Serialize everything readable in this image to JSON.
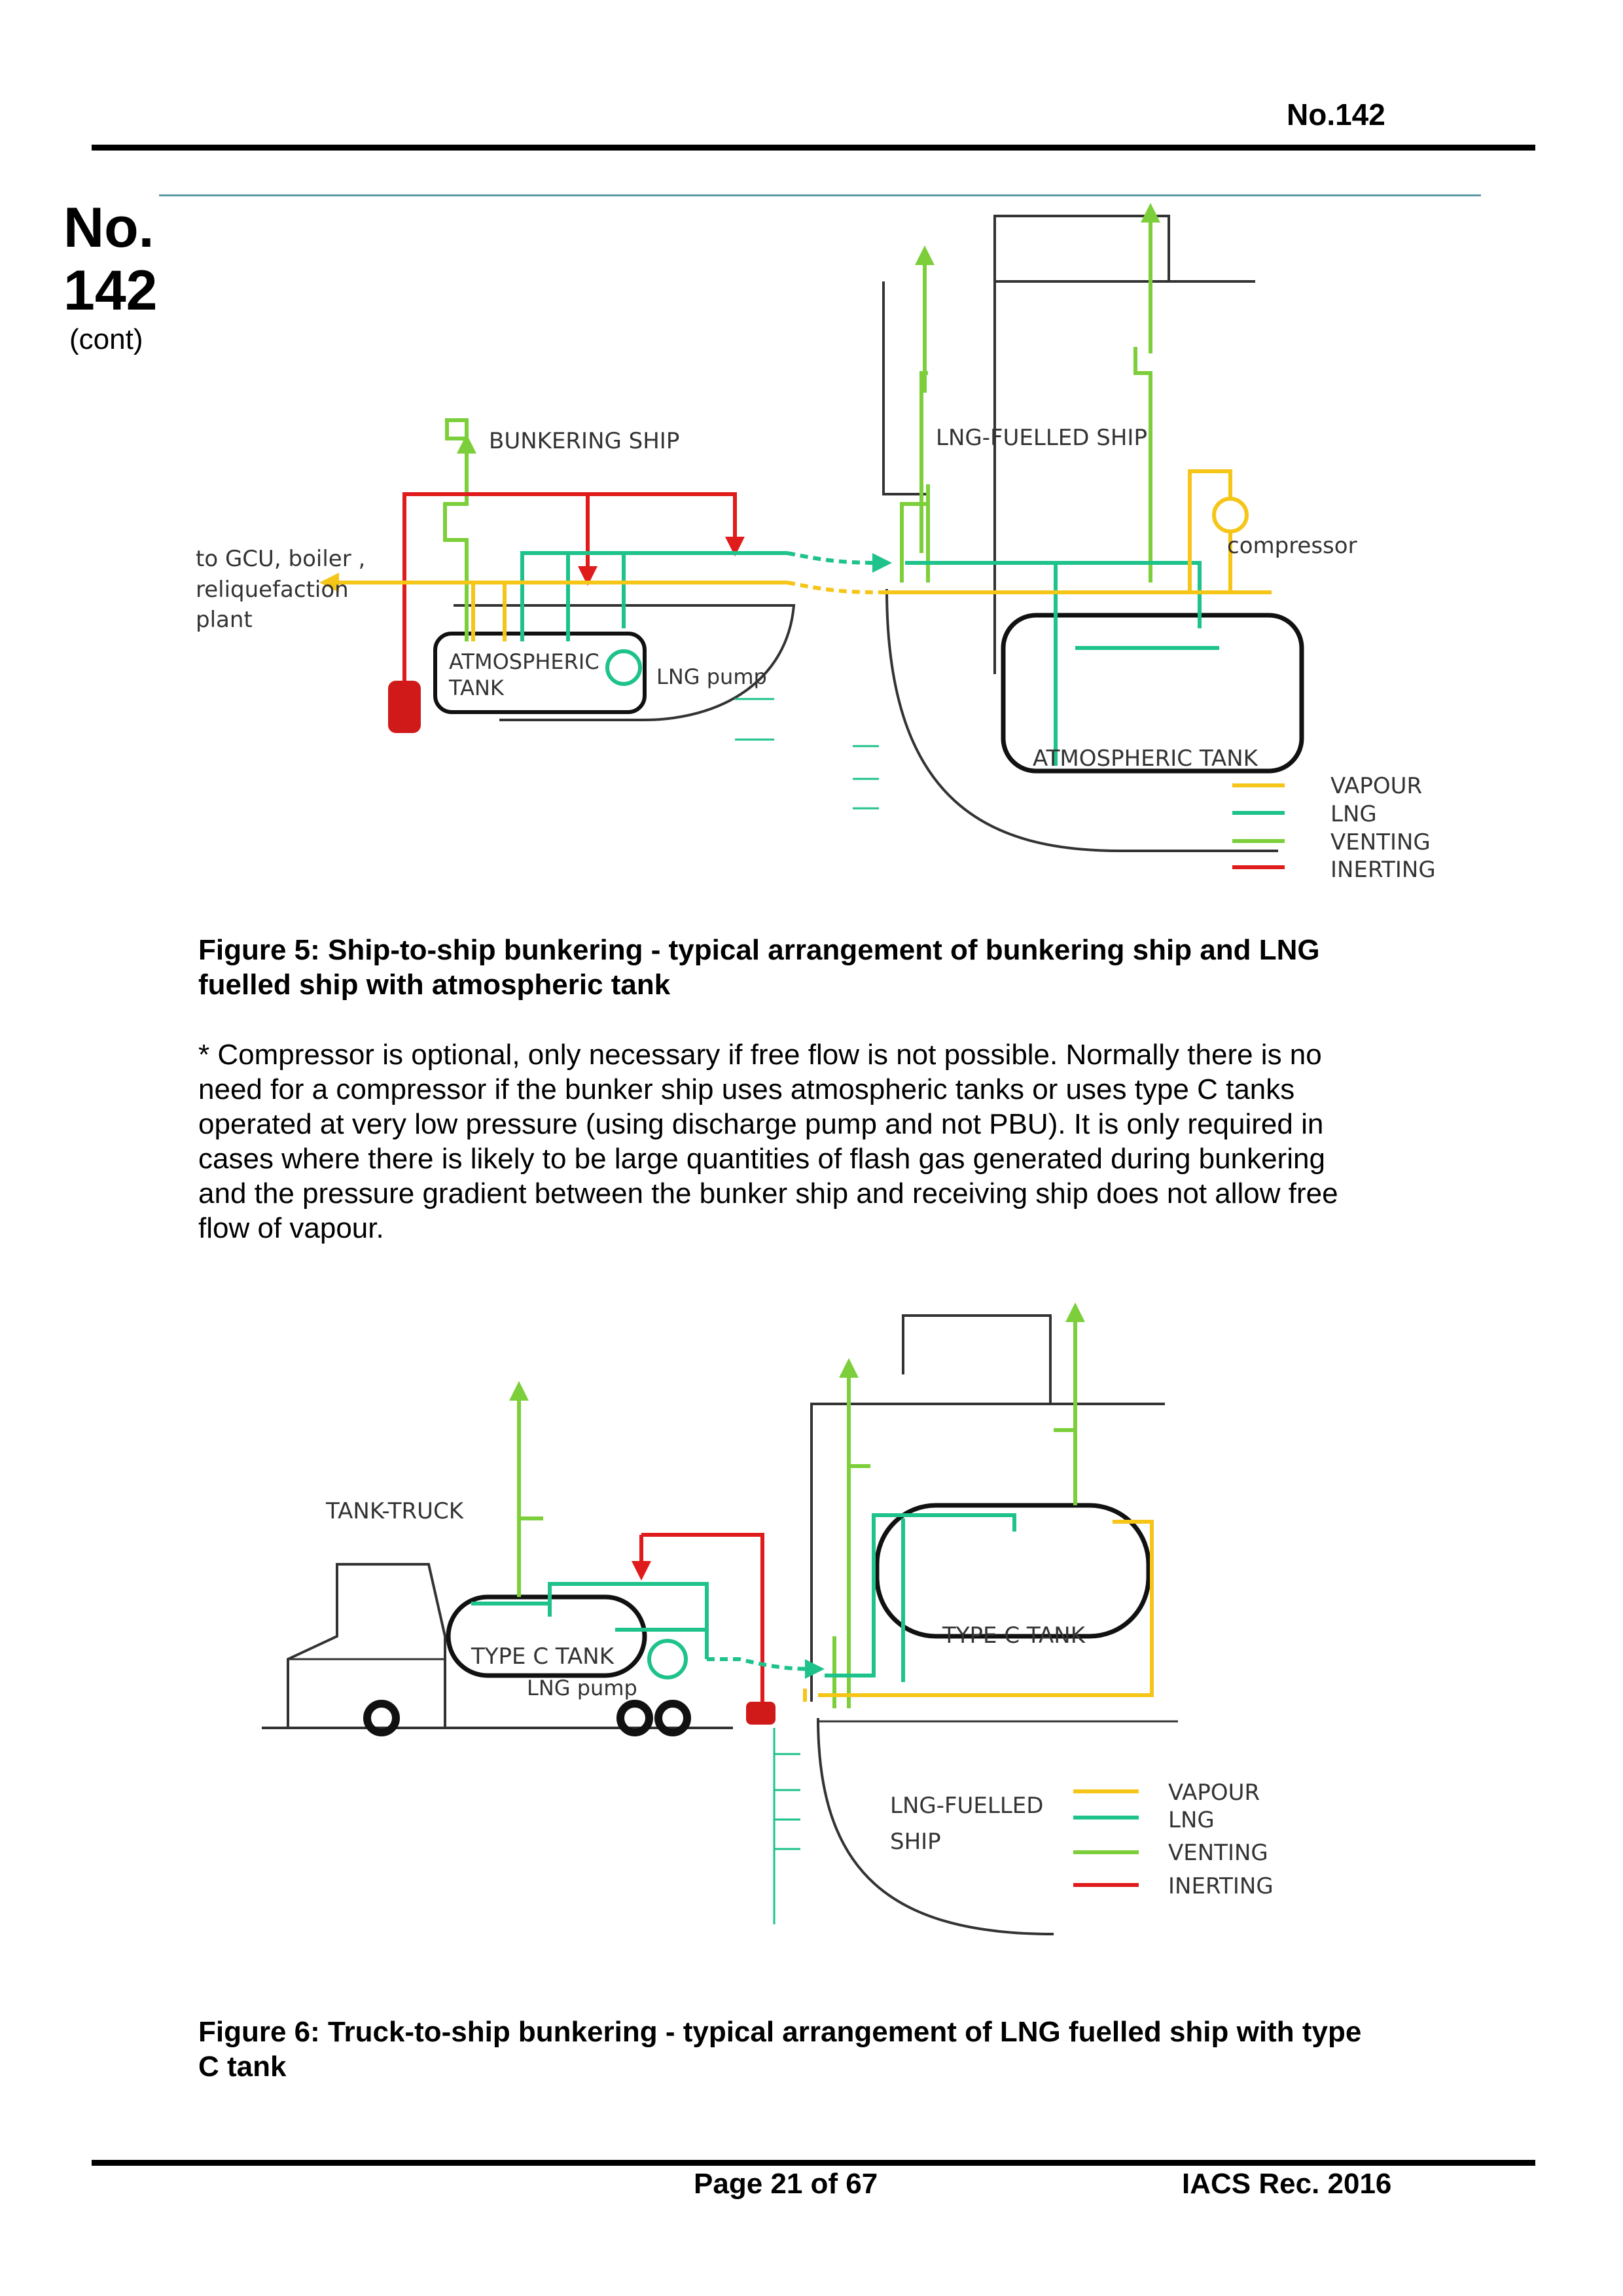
{
  "header": {
    "doc_no": "No.142"
  },
  "side": {
    "no": "No.",
    "num": "142",
    "cont": "(cont)"
  },
  "figure5": {
    "labels": {
      "bunkering_ship": "BUNKERING SHIP",
      "lng_fuelled_ship": "LNG-FUELLED SHIP",
      "to_gcu_1": "to GCU, boiler ,",
      "to_gcu_2": "reliquefaction",
      "to_gcu_3": "plant",
      "compressor": "compressor",
      "atm_tank_1": "ATMOSPHERIC",
      "atm_tank_2": "TANK",
      "lng_pump": "LNG pump",
      "atm_tank_right": "ATMOSPHERIC TANK"
    },
    "legend": [
      {
        "label": "VAPOUR",
        "color": "#f5c518"
      },
      {
        "label": "LNG",
        "color": "#1ec28b"
      },
      {
        "label": "VENTING",
        "color": "#7ccf3a"
      },
      {
        "label": "INERTING",
        "color": "#e01b1b"
      }
    ],
    "caption_1": "Figure 5: Ship-to-ship bunkering - typical arrangement of bunkering ship and LNG",
    "caption_2": "fuelled ship with atmospheric tank"
  },
  "note": {
    "lines": [
      "* Compressor is optional, only necessary if free flow is not possible. Normally there is no",
      "need for a compressor if the bunker ship uses atmospheric tanks or uses type C tanks",
      "operated at very low pressure (using discharge pump and not PBU). It is only required in",
      "cases where there is likely to be large quantities of flash gas generated during bunkering",
      "and the pressure gradient between the bunker ship and receiving ship does not allow free",
      "flow of vapour."
    ]
  },
  "figure6": {
    "labels": {
      "tank_truck": "TANK-TRUCK",
      "type_c_tank_left": "TYPE C TANK",
      "lng_pump": "LNG pump",
      "type_c_tank_right": "TYPE C TANK",
      "lng_fuelled_1": "LNG-FUELLED",
      "lng_fuelled_2": "SHIP"
    },
    "legend": [
      {
        "label": "VAPOUR",
        "color": "#f5c518"
      },
      {
        "label": "LNG",
        "color": "#1ec28b"
      },
      {
        "label": "VENTING",
        "color": "#7ccf3a"
      },
      {
        "label": "INERTING",
        "color": "#e01b1b"
      }
    ],
    "caption_1": "Figure 6: Truck-to-ship bunkering - typical arrangement of LNG fuelled ship with type",
    "caption_2": "C tank"
  },
  "footer": {
    "page": "Page 21 of 67",
    "rec": "IACS Rec. 2016"
  }
}
